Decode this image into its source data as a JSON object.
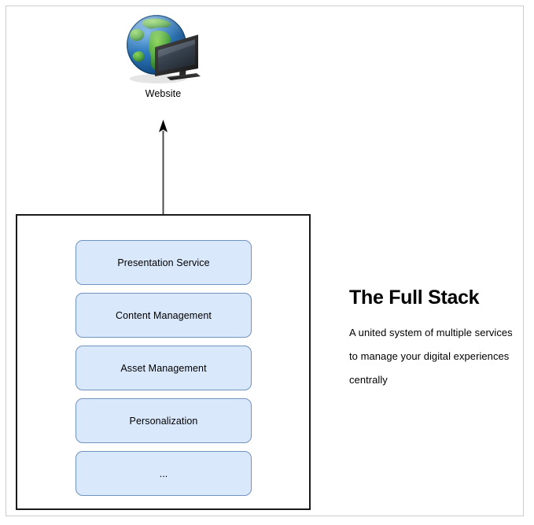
{
  "diagram": {
    "website_node": {
      "label": "Website",
      "icon": "globe-monitor-icon"
    },
    "arrow": {
      "name": "upward-arrow",
      "direction": "up"
    },
    "stack": {
      "services": [
        {
          "label": "Presentation Service"
        },
        {
          "label": "Content Management"
        },
        {
          "label": "Asset Management"
        },
        {
          "label": "Personalization"
        },
        {
          "label": "..."
        }
      ]
    }
  },
  "panel": {
    "title": "The Full Stack",
    "body": "A united system of multiple services to manage your digital experiences centrally"
  },
  "colors": {
    "box_fill": "#dae8fc",
    "box_border": "#7093c0",
    "container_border": "#1a1a1a",
    "page_frame": "#cccccc",
    "globe_ocean": "#1a5fa8",
    "globe_land": "#4fa83d",
    "monitor_body": "#2b2b2b"
  }
}
